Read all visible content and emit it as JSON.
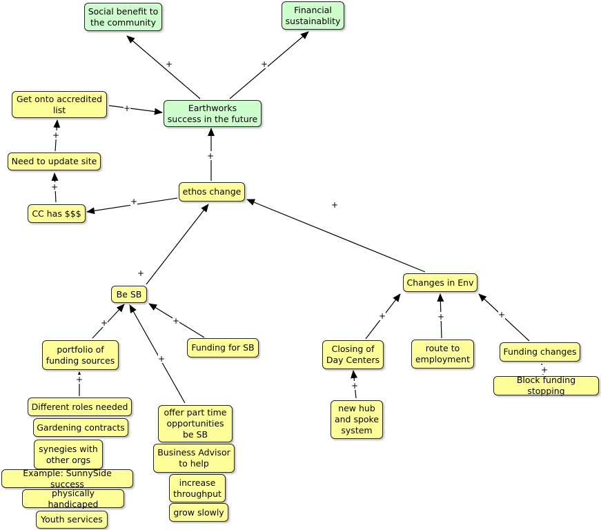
{
  "colors": {
    "concept": "#ffff99",
    "goal": "#ccffcc",
    "link": "#000000"
  },
  "link_label": "+",
  "nodes": {
    "social_benefit": "Social benefit to\nthe community",
    "financial": "Financial\nsustainablity",
    "earthworks": "Earthworks\nsuccess in the future",
    "accredited": "Get onto accredited\nlist",
    "update_site": "Need to update site",
    "cc_money": "CC has $$$",
    "ethos": "ethos change",
    "be_sb": "Be SB",
    "changes_env": "Changes in Env",
    "portfolio": "portfolio of\nfunding sources",
    "funding_sb": "Funding for SB",
    "closing": "Closing of\nDay Centers",
    "route": "route to\nemployment",
    "funding_changes": "Funding changes",
    "block_funding": "Block funding stopping",
    "different_roles": "Different roles needed",
    "gardening": "Gardening contracts",
    "synergies": "synegies with\nother orgs",
    "sunnyside": "Example: SunnySide success",
    "handicapped": "physically handicaped",
    "youth": "Youth services",
    "part_time": "offer part time\nopportunities\nbe SB",
    "business_advisor": "Business Advisor\nto help",
    "throughput": "increase\nthroughput",
    "grow_slowly": "grow slowly",
    "hub_spoke": "new hub\nand spoke\nsystem"
  }
}
